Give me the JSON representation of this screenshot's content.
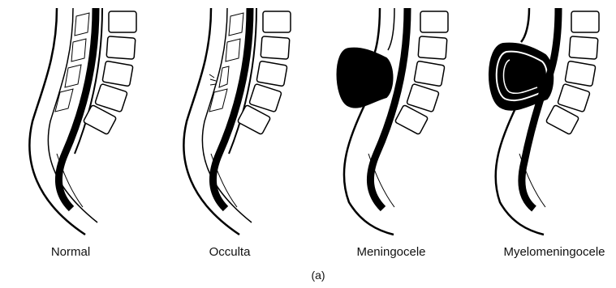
{
  "panels": [
    {
      "id": "normal",
      "label": "Normal",
      "defect": "none"
    },
    {
      "id": "occulta",
      "label": "Occulta",
      "defect": "occulta"
    },
    {
      "id": "meningocele",
      "label": "Meningocele",
      "defect": "meningocele"
    },
    {
      "id": "myelomeningocele",
      "label": "Myelomeningocele",
      "defect": "myelomeningocele"
    }
  ],
  "caption": "(a)"
}
